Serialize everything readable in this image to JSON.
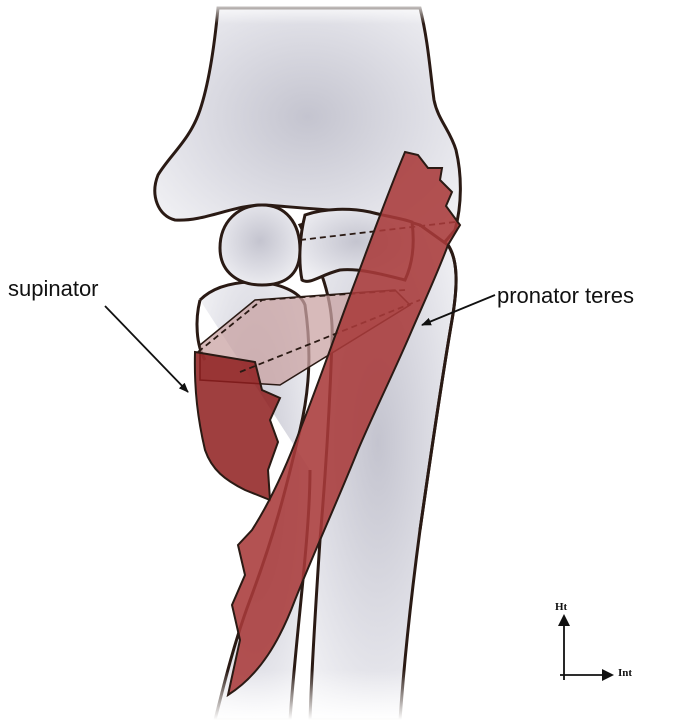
{
  "labels": {
    "supinator": "supinator",
    "pronator_teres": "pronator teres"
  },
  "orientation": {
    "up": "Ht",
    "right": "Int"
  },
  "colors": {
    "bone_fill": "#dcdce3",
    "bone_outline": "#2a1a14",
    "muscle_dark": "#8e1d1d",
    "muscle_mid": "#a83a3a",
    "muscle_light": "#c9a3a3",
    "background": "#ffffff"
  }
}
